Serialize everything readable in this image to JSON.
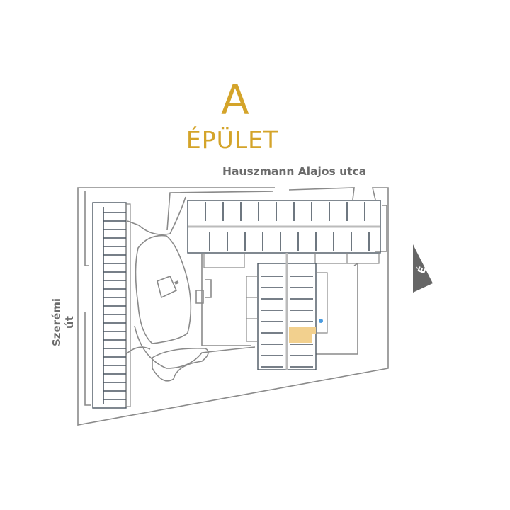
{
  "title": {
    "letter": "A",
    "word": "ÉPÜLET"
  },
  "streets": {
    "top": "Hauszmann Alajos utca",
    "left": "Szerémi út"
  },
  "north_arrow": {
    "label": "É",
    "icon": "north-arrow-icon"
  },
  "highlighted_unit": {
    "color": "#F2D08E"
  },
  "marker": {
    "color": "#4A9BE0"
  },
  "colors": {
    "accent": "#D4A42A",
    "walls": "#4a5560",
    "outline": "#8a8a8a"
  }
}
